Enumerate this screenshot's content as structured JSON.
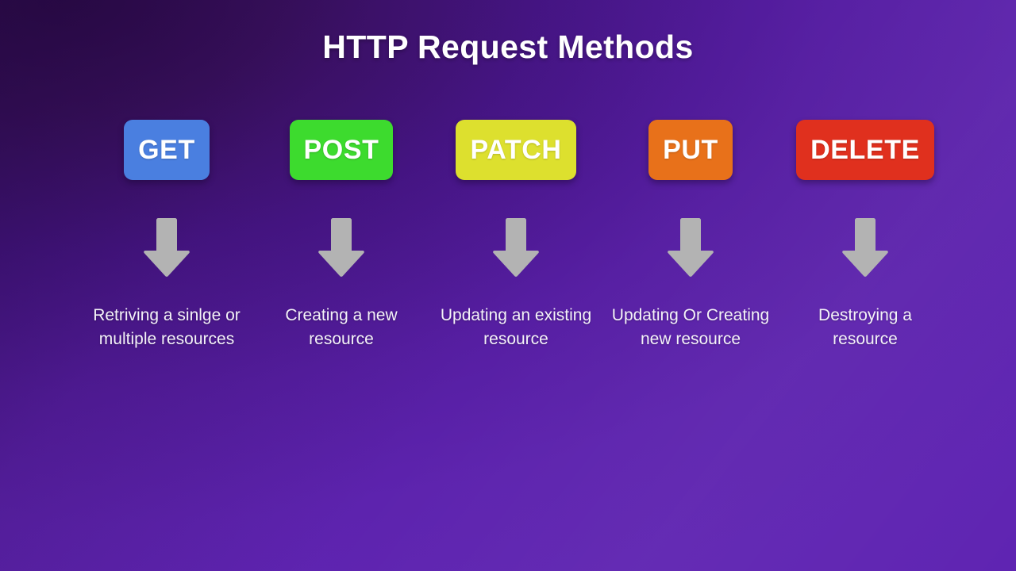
{
  "page": {
    "title": "HTTP Request Methods",
    "background": {
      "dark_corner": "#2f0b4d",
      "bright": "#5f24b2"
    },
    "arrow_color": "#b3b3b3",
    "description_color": "#f4f2f8",
    "badge_text_color": "#ffffff"
  },
  "methods": [
    {
      "name": "GET",
      "color": "#4a7fe0",
      "arrow": "down-arrow-icon",
      "description": "Retriving a sinlge or multiple resources"
    },
    {
      "name": "POST",
      "color": "#3ddb2e",
      "arrow": "down-arrow-icon",
      "description": "Creating a new resource"
    },
    {
      "name": "PATCH",
      "color": "#dde02e",
      "arrow": "down-arrow-icon",
      "description": "Updating an existing resource"
    },
    {
      "name": "PUT",
      "color": "#e8711a",
      "arrow": "down-arrow-icon",
      "description": "Updating Or Creating new resource"
    },
    {
      "name": "DELETE",
      "color": "#e0301e",
      "arrow": "down-arrow-icon",
      "description": "Destroying a resource"
    }
  ]
}
